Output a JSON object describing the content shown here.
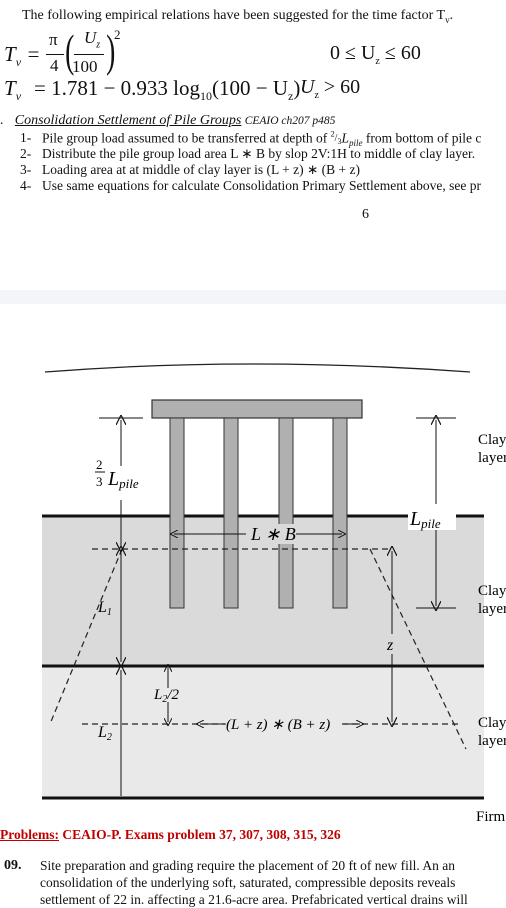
{
  "intro": "The following empirical relations have been suggested for the time factor T",
  "intro_sub": "v",
  "eq1_lhs": "T",
  "eq1_rhs_pi": "π",
  "eq1_rhs_den": "4",
  "eq1_rhs_U": "U",
  "eq1_rhs_100": "100",
  "eq1_cond": "0 ≤ U",
  "eq1_cond_end": "≤ 60",
  "eq2": "= 1.781 − 0.933 log",
  "eq2_log_sub": "10",
  "eq2_arg": "(100 − U",
  "eq2_cond": "U",
  "eq2_cond_end": "> 60",
  "section_title": "Consolidation Settlement of Pile Groups",
  "section_ref": "CEAIO ch207 p485",
  "steps": [
    {
      "num": "1-",
      "text": "Pile group load assumed to be transferred at depth of ",
      "sym": "L",
      "sym_sub": "pile",
      "tail": " from bottom of pile c"
    },
    {
      "num": "2-",
      "text": "Distribute the pile group load area L ∗ B by slop 2V:1H to middle of clay layer."
    },
    {
      "num": "3-",
      "text": "Loading area at at middle of clay layer is (L + z) ∗ (B + z)"
    },
    {
      "num": "4-",
      "text": "Use same equations for calculate Consolidation Primary Settlement above, see pr"
    }
  ],
  "page_number": "6",
  "diagram": {
    "two_thirds_label": "L",
    "two_thirds_sub": "pile",
    "lpile_label": "L",
    "lpile_sub": "pile",
    "lb_label": "L ∗ B",
    "z_label": "z",
    "l1_label": "L",
    "l1_sub": "1",
    "l2_label": "L",
    "l2_sub": "2",
    "l2_half_label": "L",
    "l2_half_sub": "2",
    "l2_half_tail": "/2",
    "area_label": "(L + z) ∗ (B + z)",
    "clay1_a": "Clay",
    "clay1_b": "layer",
    "clay2_a": "Clay",
    "clay2_b": "layer",
    "clay3_a": "Clay",
    "clay3_b": "layer",
    "firm": "Firm"
  },
  "problems_label": "Problems:",
  "problems_text": " CEAIO-P. Exams problem 37, 307, 308, 315, 326",
  "q_num": "09.",
  "q_line1": "Site preparation and grading require the placement of 20 ft of new fill. An an",
  "q_line2": "consolidation of the underlying soft, saturated, compressible deposits reveals",
  "q_line3": "settlement of 22 in. affecting a 21.6-acre area. Prefabricated vertical drains will"
}
